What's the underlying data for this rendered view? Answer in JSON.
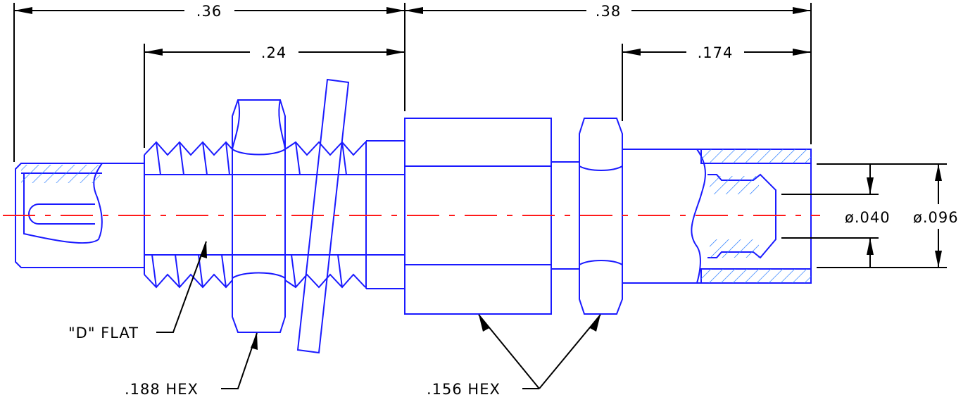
{
  "dimensions": {
    "overall_left": ".36",
    "overall_right": ".38",
    "thread_length": ".24",
    "tail_length": ".174",
    "inner_diameter": "ø.040",
    "outer_diameter": "ø.096"
  },
  "callouts": {
    "d_flat": "\"D\" FLAT",
    "hex_188": ".188 HEX",
    "hex_156": ".156 HEX"
  },
  "colors": {
    "outline": "#1a1aff",
    "hatch": "#2a7dff",
    "centerline": "#ff1a1a",
    "dimension": "#000000"
  }
}
